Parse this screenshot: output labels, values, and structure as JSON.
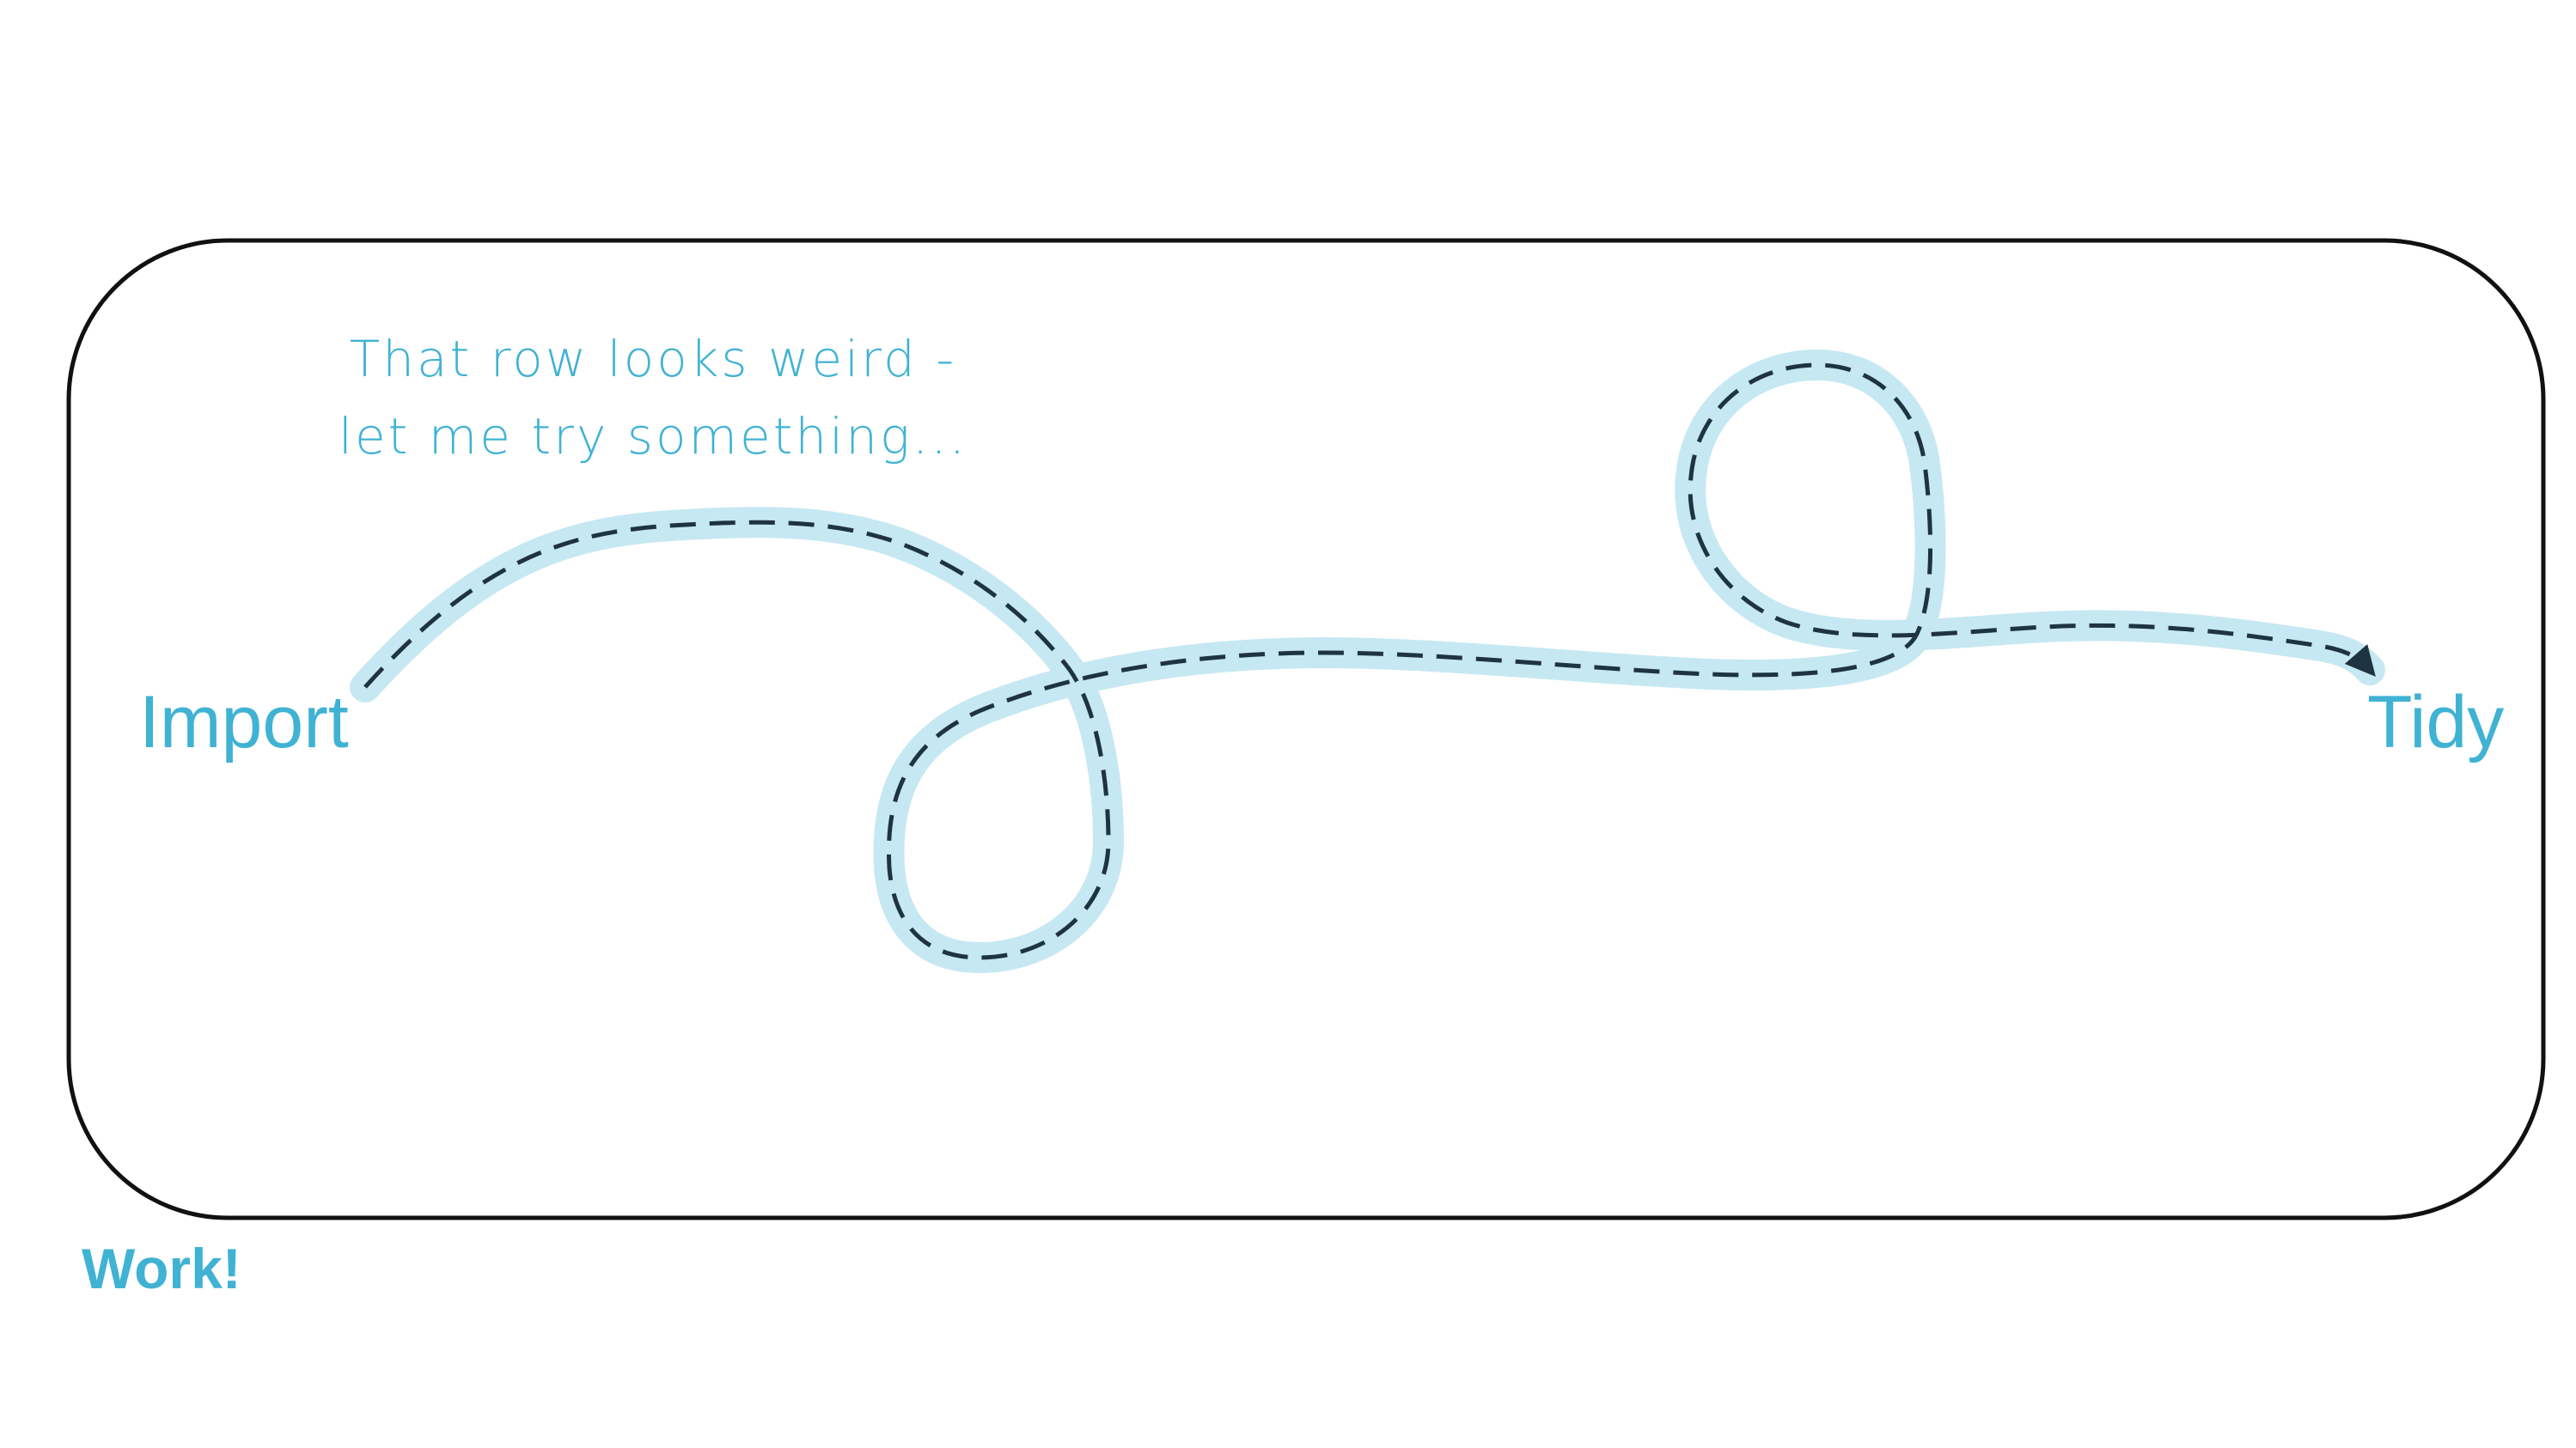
{
  "colors": {
    "accent": "#40b2d4",
    "band": "#c6e8f2",
    "dash": "#1e3440",
    "frame": "#111111"
  },
  "labels": {
    "start": "Import",
    "end": "Tidy",
    "section": "Work!"
  },
  "note": {
    "line1": "That row looks weird -",
    "line2": "let me try something..."
  }
}
